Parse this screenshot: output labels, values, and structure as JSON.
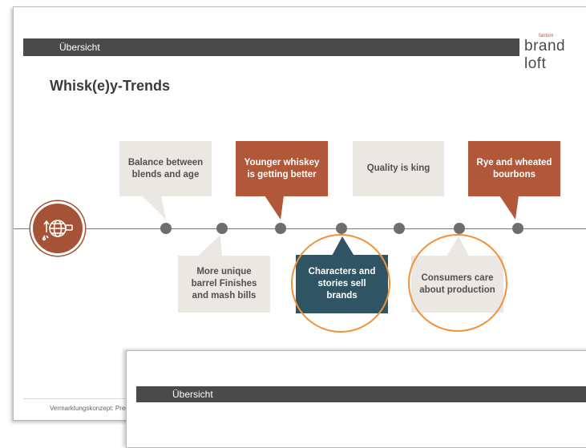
{
  "slide": {
    "section_label": "Übersicht",
    "logo_small": "fantom",
    "logo_main": "brand loft",
    "title": "Whisk(e)y-Trends",
    "trends_top": [
      {
        "label": "Balance between blends and age",
        "style": "light"
      },
      {
        "label": "Younger whiskey is getting better",
        "style": "rust"
      },
      {
        "label": "Quality is king",
        "style": "light"
      },
      {
        "label": "Rye and wheated bourbons",
        "style": "rust"
      }
    ],
    "trends_bottom": [
      {
        "label": "More unique barrel Finishes and mash bills",
        "style": "light"
      },
      {
        "label": "Characters and stories sell brands",
        "style": "dark"
      },
      {
        "label": "Consumers care about production",
        "style": "light"
      }
    ],
    "footer": "Vermarktungskonzept: Premiu",
    "hub_icon": "globe-network-icon",
    "colors": {
      "rust": "#b2583a",
      "dark_teal": "#2f5564",
      "light_box": "#ebe8e3",
      "highlight_ring": "#f0923a",
      "header_bar": "#4a4a4a"
    }
  },
  "slide2": {
    "section_label": "Übersicht"
  }
}
